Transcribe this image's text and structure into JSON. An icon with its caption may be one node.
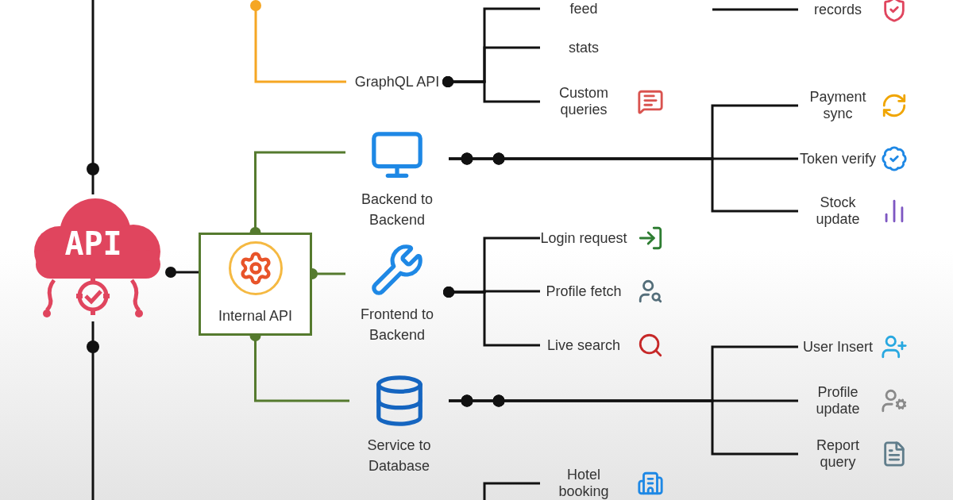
{
  "diagram": {
    "nodes": [
      {
        "text": [
          "API"
        ]
      },
      {
        "text": [
          "Internal API"
        ]
      },
      {
        "text": [
          "GraphQL API"
        ]
      },
      {
        "text": [
          "Backend to Backend"
        ]
      },
      {
        "text": [
          "Frontend to Backend"
        ]
      },
      {
        "text": [
          "Service to Database"
        ]
      },
      {
        "text": [
          "feed"
        ]
      },
      {
        "text": [
          "stats"
        ]
      },
      {
        "text": [
          "Custom queries"
        ]
      },
      {
        "text": [
          "records"
        ]
      },
      {
        "text": [
          "Payment sync"
        ]
      },
      {
        "text": [
          "Token verify"
        ]
      },
      {
        "text": [
          "Stock update"
        ]
      },
      {
        "text": [
          "Login request"
        ]
      },
      {
        "text": [
          "Profile fetch"
        ]
      },
      {
        "text": [
          "Live search"
        ]
      },
      {
        "text": [
          "User Insert"
        ]
      },
      {
        "text": [
          "Profile update"
        ]
      },
      {
        "text": [
          "Report query"
        ]
      },
      {
        "text": [
          "Hotel booking"
        ]
      }
    ],
    "edges": [
      {
        "from": 0,
        "to": 1,
        "arrow": "other"
      },
      {
        "from": null,
        "to": 0,
        "arrow": "other"
      },
      {
        "from": 0,
        "to": null,
        "arrow": "other"
      },
      {
        "from": 1,
        "to": 3,
        "arrow": "other",
        "color": "#557a2e"
      },
      {
        "from": 1,
        "to": 4,
        "arrow": "other",
        "color": "#557a2e"
      },
      {
        "from": 1,
        "to": 5,
        "arrow": "other",
        "color": "#557a2e"
      },
      {
        "from": 2,
        "to": null,
        "arrow": "other",
        "color": "#f5a623"
      },
      {
        "from": 2,
        "to": 6,
        "arrow": "other"
      },
      {
        "from": 2,
        "to": 7,
        "arrow": "other"
      },
      {
        "from": 2,
        "to": 8,
        "arrow": "other"
      },
      {
        "from": 3,
        "to": 10,
        "arrow": "other"
      },
      {
        "from": 3,
        "to": 11,
        "arrow": "other"
      },
      {
        "from": 3,
        "to": 12,
        "arrow": "other"
      },
      {
        "from": 4,
        "to": 13,
        "arrow": "other"
      },
      {
        "from": 4,
        "to": 14,
        "arrow": "other"
      },
      {
        "from": 4,
        "to": 15,
        "arrow": "other"
      },
      {
        "from": 5,
        "to": 16,
        "arrow": "other"
      },
      {
        "from": 5,
        "to": 17,
        "arrow": "other"
      },
      {
        "from": 5,
        "to": 18,
        "arrow": "other"
      },
      {
        "from": null,
        "to": 9,
        "arrow": "none"
      },
      {
        "from": null,
        "to": 19,
        "arrow": "none"
      }
    ]
  }
}
